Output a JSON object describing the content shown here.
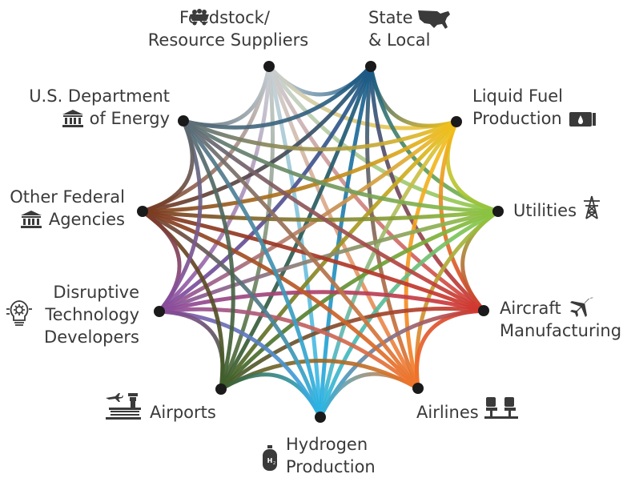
{
  "nodes": [
    {
      "id": "feedstock",
      "lines": [
        "Feedstock/",
        "Resource Suppliers"
      ],
      "icon": "mining-cart-icon"
    },
    {
      "id": "state",
      "lines": [
        "State",
        "& Local"
      ],
      "icon": "us-map-icon"
    },
    {
      "id": "liquid",
      "lines": [
        "Liquid Fuel",
        "Production"
      ],
      "icon": "fuel-tank-icon"
    },
    {
      "id": "utilities",
      "lines": [
        "Utilities"
      ],
      "icon": "power-tower-icon"
    },
    {
      "id": "aircraft",
      "lines": [
        "Aircraft",
        "Manufacturing"
      ],
      "icon": "airplane-icon"
    },
    {
      "id": "airlines",
      "lines": [
        "Airlines"
      ],
      "icon": "airplane-seats-icon"
    },
    {
      "id": "hydrogen",
      "lines": [
        "Hydrogen",
        "Production"
      ],
      "icon": "hydrogen-tank-icon"
    },
    {
      "id": "airports",
      "lines": [
        "Airports"
      ],
      "icon": "airport-tower-icon"
    },
    {
      "id": "disruptive",
      "lines": [
        "Disruptive",
        "Technology",
        "Developers"
      ],
      "icon": "lightbulb-gear-icon"
    },
    {
      "id": "otherfed",
      "lines": [
        "Other Federal",
        "Agencies"
      ],
      "icon": "government-building-icon"
    },
    {
      "id": "doe",
      "lines": [
        "U.S. Department",
        "of Energy"
      ],
      "icon": "government-building-icon"
    }
  ],
  "node_colors": {
    "feedstock": "#c9cfd2",
    "state": "#1a5a86",
    "liquid": "#f2c21b",
    "utilities": "#8cc63f",
    "aircraft": "#d3382f",
    "airlines": "#f2762a",
    "hydrogen": "#2bb4e6",
    "airports": "#3f5e2a",
    "disruptive": "#8a4b9e",
    "otherfed": "#7a3a20",
    "doe": "#5a6d78"
  },
  "dot_color": "#1a1a1a",
  "text_color": "#3a3a3a"
}
